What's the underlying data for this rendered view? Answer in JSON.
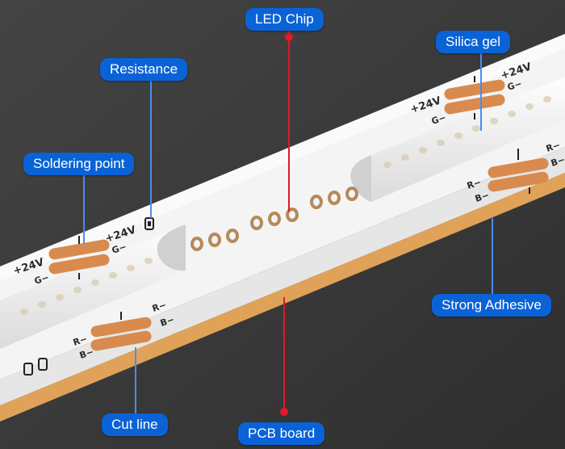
{
  "callouts": {
    "led_chip": "LED Chip",
    "silica_gel": "Silica gel",
    "resistance": "Resistance",
    "soldering_point": "Soldering point",
    "strong_adhesive": "Strong  Adhesive",
    "cut_line": "Cut line",
    "pcb_board": "PCB board"
  },
  "pad_labels": {
    "plus24v": "+24V",
    "g_minus": "G−",
    "r_minus": "R−",
    "b_minus": "B−"
  },
  "colors": {
    "background": "#3a3a3a",
    "callout": "#0a63d6",
    "pointer_red": "#e3172a",
    "pointer_blue": "#4a8cf0",
    "pad": "#d98a4e",
    "strip": "#f4f4f4",
    "adhesive": "#e0a258"
  }
}
